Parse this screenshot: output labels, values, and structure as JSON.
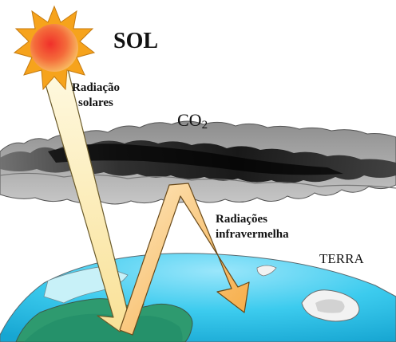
{
  "labels": {
    "sun": "SOL",
    "solar_radiation_line1": "Radiação",
    "solar_radiation_line2": "solares",
    "co2_main": "CO",
    "co2_sub": "2",
    "infrared_line1": "Radiações",
    "infrared_line2": "infravermelha",
    "earth": "TERRA"
  },
  "colors": {
    "sun_core": "#f0302a",
    "sun_rays": "#f6a31c",
    "solar_arrow": "#fbe9a6",
    "infrared_arrow": "#f8b453",
    "ocean": "#39c6ec",
    "land": "#2e9a6f",
    "gas_layer": "#1b1b1b"
  }
}
